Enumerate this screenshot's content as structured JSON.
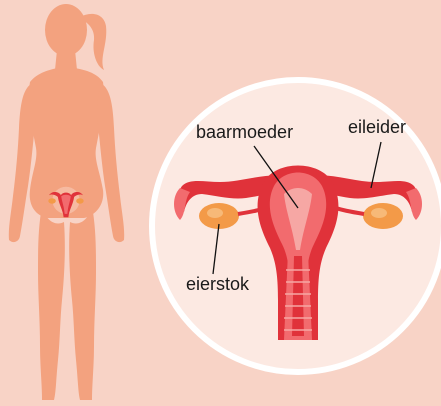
{
  "labels": {
    "uterus": "baarmoeder",
    "fallopian_tube": "eileider",
    "ovary": "eierstok"
  },
  "colors": {
    "background": "#F8D3C6",
    "silhouette": "#F3A27F",
    "magnifier_circle": "#FCE9E2",
    "magnifier_border": "#FFFFFF",
    "organ_dark": "#E0323A",
    "organ_light": "#F26B6E",
    "organ_pink": "#F6A7A4",
    "ovary": "#F39A48",
    "leader_line": "#111111"
  }
}
